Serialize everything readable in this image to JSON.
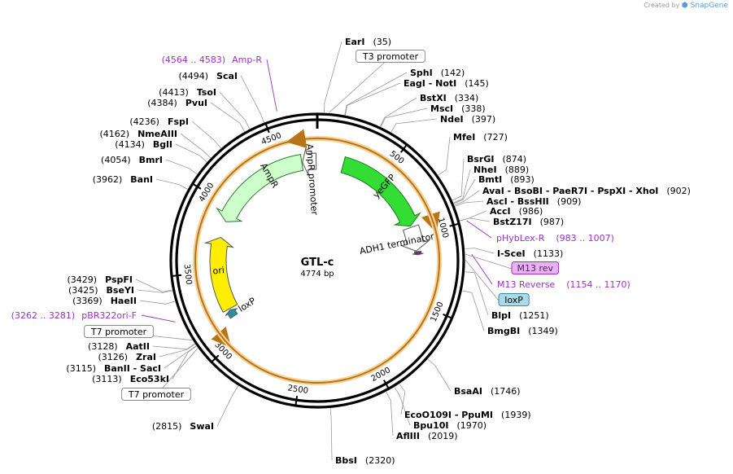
{
  "header": {
    "credit_text": "Created by",
    "brand": "SnapGene"
  },
  "plasmid": {
    "name": "GTL-c",
    "size_label": "4774 bp",
    "length": 4774
  },
  "ticks": [
    {
      "pos": 500,
      "label": "500"
    },
    {
      "pos": 1000,
      "label": "1000"
    },
    {
      "pos": 1500,
      "label": "1500"
    },
    {
      "pos": 2000,
      "label": "2000"
    },
    {
      "pos": 2500,
      "label": "2500"
    },
    {
      "pos": 3000,
      "label": "3000"
    },
    {
      "pos": 3500,
      "label": "3500"
    },
    {
      "pos": 4000,
      "label": "4000"
    },
    {
      "pos": 4500,
      "label": "4500"
    }
  ],
  "features": [
    {
      "name": "yeGFP",
      "start": 200,
      "end": 925,
      "direction": "cw",
      "color": "#33dd33"
    },
    {
      "name": "ADH1 terminator",
      "start": 935,
      "end": 1120,
      "direction": "cw",
      "color": "#ffffff"
    },
    {
      "name": "AmpR",
      "start": 3885,
      "end": 4655,
      "direction": "ccw",
      "color": "#ccffcc"
    },
    {
      "name": "AmpR promoter",
      "start": 4660,
      "end": 4765,
      "direction": "ccw",
      "color": "#ffffff"
    },
    {
      "name": "ori",
      "start": 3200,
      "end": 3760,
      "direction": "cw",
      "color": "#ffee00"
    },
    {
      "name": "loxP",
      "start": 3135,
      "end": 3190,
      "direction": "cw",
      "color": "#2a8fa0"
    },
    {
      "name": "I-SceI site",
      "start": 1125,
      "end": 1150,
      "direction": "cw",
      "color": "#7a2a8a"
    }
  ],
  "orf_arcs": [
    {
      "start": 150,
      "end": 960,
      "direction": "cw"
    },
    {
      "start": 1720,
      "end": 3040,
      "direction": "ccw"
    },
    {
      "start": 3890,
      "end": 4640,
      "direction": "ccw"
    }
  ],
  "sites": [
    {
      "name": "EarI",
      "pos_label": "(35)",
      "pos": 35
    },
    {
      "name": "SphI",
      "pos_label": "(142)",
      "pos": 142
    },
    {
      "name": "EagI  -  NotI",
      "pos_label": "(145)",
      "pos": 145
    },
    {
      "name": "BstXI",
      "pos_label": "(334)",
      "pos": 334
    },
    {
      "name": "MscI",
      "pos_label": "(338)",
      "pos": 338
    },
    {
      "name": "NdeI",
      "pos_label": "(397)",
      "pos": 397
    },
    {
      "name": "MfeI",
      "pos_label": "(727)",
      "pos": 727
    },
    {
      "name": "BsrGI",
      "pos_label": "(874)",
      "pos": 874
    },
    {
      "name": "NheI",
      "pos_label": "(889)",
      "pos": 889
    },
    {
      "name": "BmtI",
      "pos_label": "(893)",
      "pos": 893
    },
    {
      "name": "AvaI  -  BsoBI  -  PaeR7I  -  PspXI  -  XhoI",
      "pos_label": "(902)",
      "pos": 902
    },
    {
      "name": "AscI  -  BssHII",
      "pos_label": "(909)",
      "pos": 909
    },
    {
      "name": "AccI",
      "pos_label": "(986)",
      "pos": 986
    },
    {
      "name": "BstZ17I",
      "pos_label": "(987)",
      "pos": 987
    },
    {
      "name": "I-SceI",
      "pos_label": "(1133)",
      "pos": 1133
    },
    {
      "name": "BlpI",
      "pos_label": "(1251)",
      "pos": 1251
    },
    {
      "name": "BmgBI",
      "pos_label": "(1349)",
      "pos": 1349
    },
    {
      "name": "BsaAI",
      "pos_label": "(1746)",
      "pos": 1746
    },
    {
      "name": "EcoO109I  -  PpuMI",
      "pos_label": "(1939)",
      "pos": 1939
    },
    {
      "name": "Bpu10I",
      "pos_label": "(1970)",
      "pos": 1970
    },
    {
      "name": "AflIII",
      "pos_label": "(2019)",
      "pos": 2019
    },
    {
      "name": "BbsI",
      "pos_label": "(2320)",
      "pos": 2320
    },
    {
      "name": "SwaI",
      "pos_label": "(2815)",
      "pos": 2815
    },
    {
      "name": "Eco53kI",
      "pos_label": "(3113)",
      "pos": 3113
    },
    {
      "name": "BanII  -  SacI",
      "pos_label": "(3115)",
      "pos": 3115
    },
    {
      "name": "ZraI",
      "pos_label": "(3126)",
      "pos": 3126
    },
    {
      "name": "AatII",
      "pos_label": "(3128)",
      "pos": 3128
    },
    {
      "name": "HaeII",
      "pos_label": "(3369)",
      "pos": 3369
    },
    {
      "name": "BseYI",
      "pos_label": "(3425)",
      "pos": 3425
    },
    {
      "name": "PspFI",
      "pos_label": "(3429)",
      "pos": 3429
    },
    {
      "name": "BanI",
      "pos_label": "(3962)",
      "pos": 3962
    },
    {
      "name": "BmrI",
      "pos_label": "(4054)",
      "pos": 4054
    },
    {
      "name": "BglI",
      "pos_label": "(4134)",
      "pos": 4134
    },
    {
      "name": "NmeAIII",
      "pos_label": "(4162)",
      "pos": 4162
    },
    {
      "name": "FspI",
      "pos_label": "(4236)",
      "pos": 4236
    },
    {
      "name": "PvuI",
      "pos_label": "(4384)",
      "pos": 4384
    },
    {
      "name": "TsoI",
      "pos_label": "(4413)",
      "pos": 4413
    },
    {
      "name": "ScaI",
      "pos_label": "(4494)",
      "pos": 4494
    }
  ],
  "primers": [
    {
      "name": "Amp-R",
      "range_label": "(4564 .. 4583)",
      "pos": 4573
    },
    {
      "name": "pHybLex-R",
      "range_label": "(983 .. 1007)",
      "pos": 995
    },
    {
      "name": "M13 Reverse",
      "range_label": "(1154 .. 1170)",
      "pos": 1162
    },
    {
      "name": "pBR322ori-F",
      "range_label": "(3262 .. 3281)",
      "pos": 3271
    }
  ],
  "boxed_labels": [
    {
      "name": "T3 promoter",
      "pos": 60,
      "style": "white"
    },
    {
      "name": "M13 rev",
      "pos": 1160,
      "style": "lilac"
    },
    {
      "name": "loxP",
      "pos": 1190,
      "style": "teal"
    },
    {
      "name": "T7 promoter",
      "pos": 3150,
      "style": "white"
    },
    {
      "name": "T7 promoter",
      "pos": 3100,
      "style": "white"
    }
  ]
}
